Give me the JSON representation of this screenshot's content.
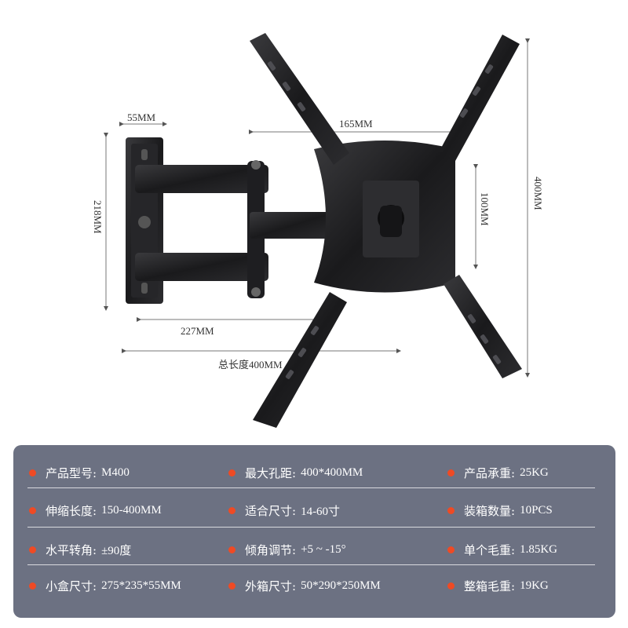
{
  "dimensions": {
    "arm_width": "55MM",
    "plate_width": "165MM",
    "height_wall_plate": "218MM",
    "vesa_small": "100MM",
    "total_height": "400MM",
    "arm_extension": "227MM",
    "total_length": "总长度400MM"
  },
  "colors": {
    "panel_bg": "#6c7182",
    "bullet": "#ef4a24",
    "mount_metal": "#1c1c1e"
  },
  "specs": {
    "rows": [
      [
        {
          "label": "产品型号:",
          "value": "M400"
        },
        {
          "label": "最大孔距:",
          "value": "400*400MM"
        },
        {
          "label": "产品承重:",
          "value": "25KG"
        }
      ],
      [
        {
          "label": "伸缩长度:",
          "value": "150-400MM"
        },
        {
          "label": "适合尺寸:",
          "value": "14-60寸"
        },
        {
          "label": "装箱数量:",
          "value": "10PCS"
        }
      ],
      [
        {
          "label": "水平转角:",
          "value": "±90度"
        },
        {
          "label": "倾角调节:",
          "value": "+5 ~ -15°"
        },
        {
          "label": "单个毛重:",
          "value": "1.85KG"
        }
      ],
      [
        {
          "label": "小盒尺寸:",
          "value": "275*235*55MM"
        },
        {
          "label": "外箱尺寸:",
          "value": "50*290*250MM"
        },
        {
          "label": "整箱毛重:",
          "value": "19KG"
        }
      ]
    ]
  }
}
